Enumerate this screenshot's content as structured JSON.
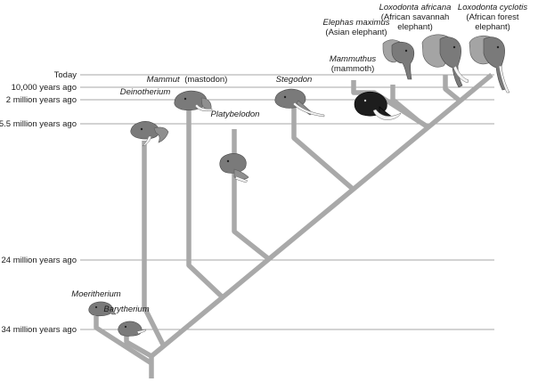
{
  "time_labels": {
    "today": "Today",
    "t10k": "10,000 years ago",
    "t2m": "2 million years ago",
    "t5_5m": "5.5 million years ago",
    "t24m": "24 million years ago",
    "t34m": "34 million years ago"
  },
  "species": {
    "moeritherium": "Moeritherium",
    "barytherium": "Barytherium",
    "deinotherium": "Deinotherium",
    "mammut_genus": "Mammut",
    "mammut_common": "(mastodon)",
    "platybelodon": "Platybelodon",
    "stegodon": "Stegodon",
    "mammuthus_genus": "Mammuthus",
    "mammuthus_common": "(mammoth)",
    "elephas_genus": "Elephas maximus",
    "elephas_common": "(Asian elephant)",
    "loxafricana_genus": "Loxodonta africana",
    "loxafricana_common_1": "(African savannah",
    "loxafricana_common_2": "elephant)",
    "loxcyclotis_genus": "Loxodonta cyclotis",
    "loxcyclotis_common_1": "(African forest",
    "loxcyclotis_common_2": "elephant)"
  }
}
